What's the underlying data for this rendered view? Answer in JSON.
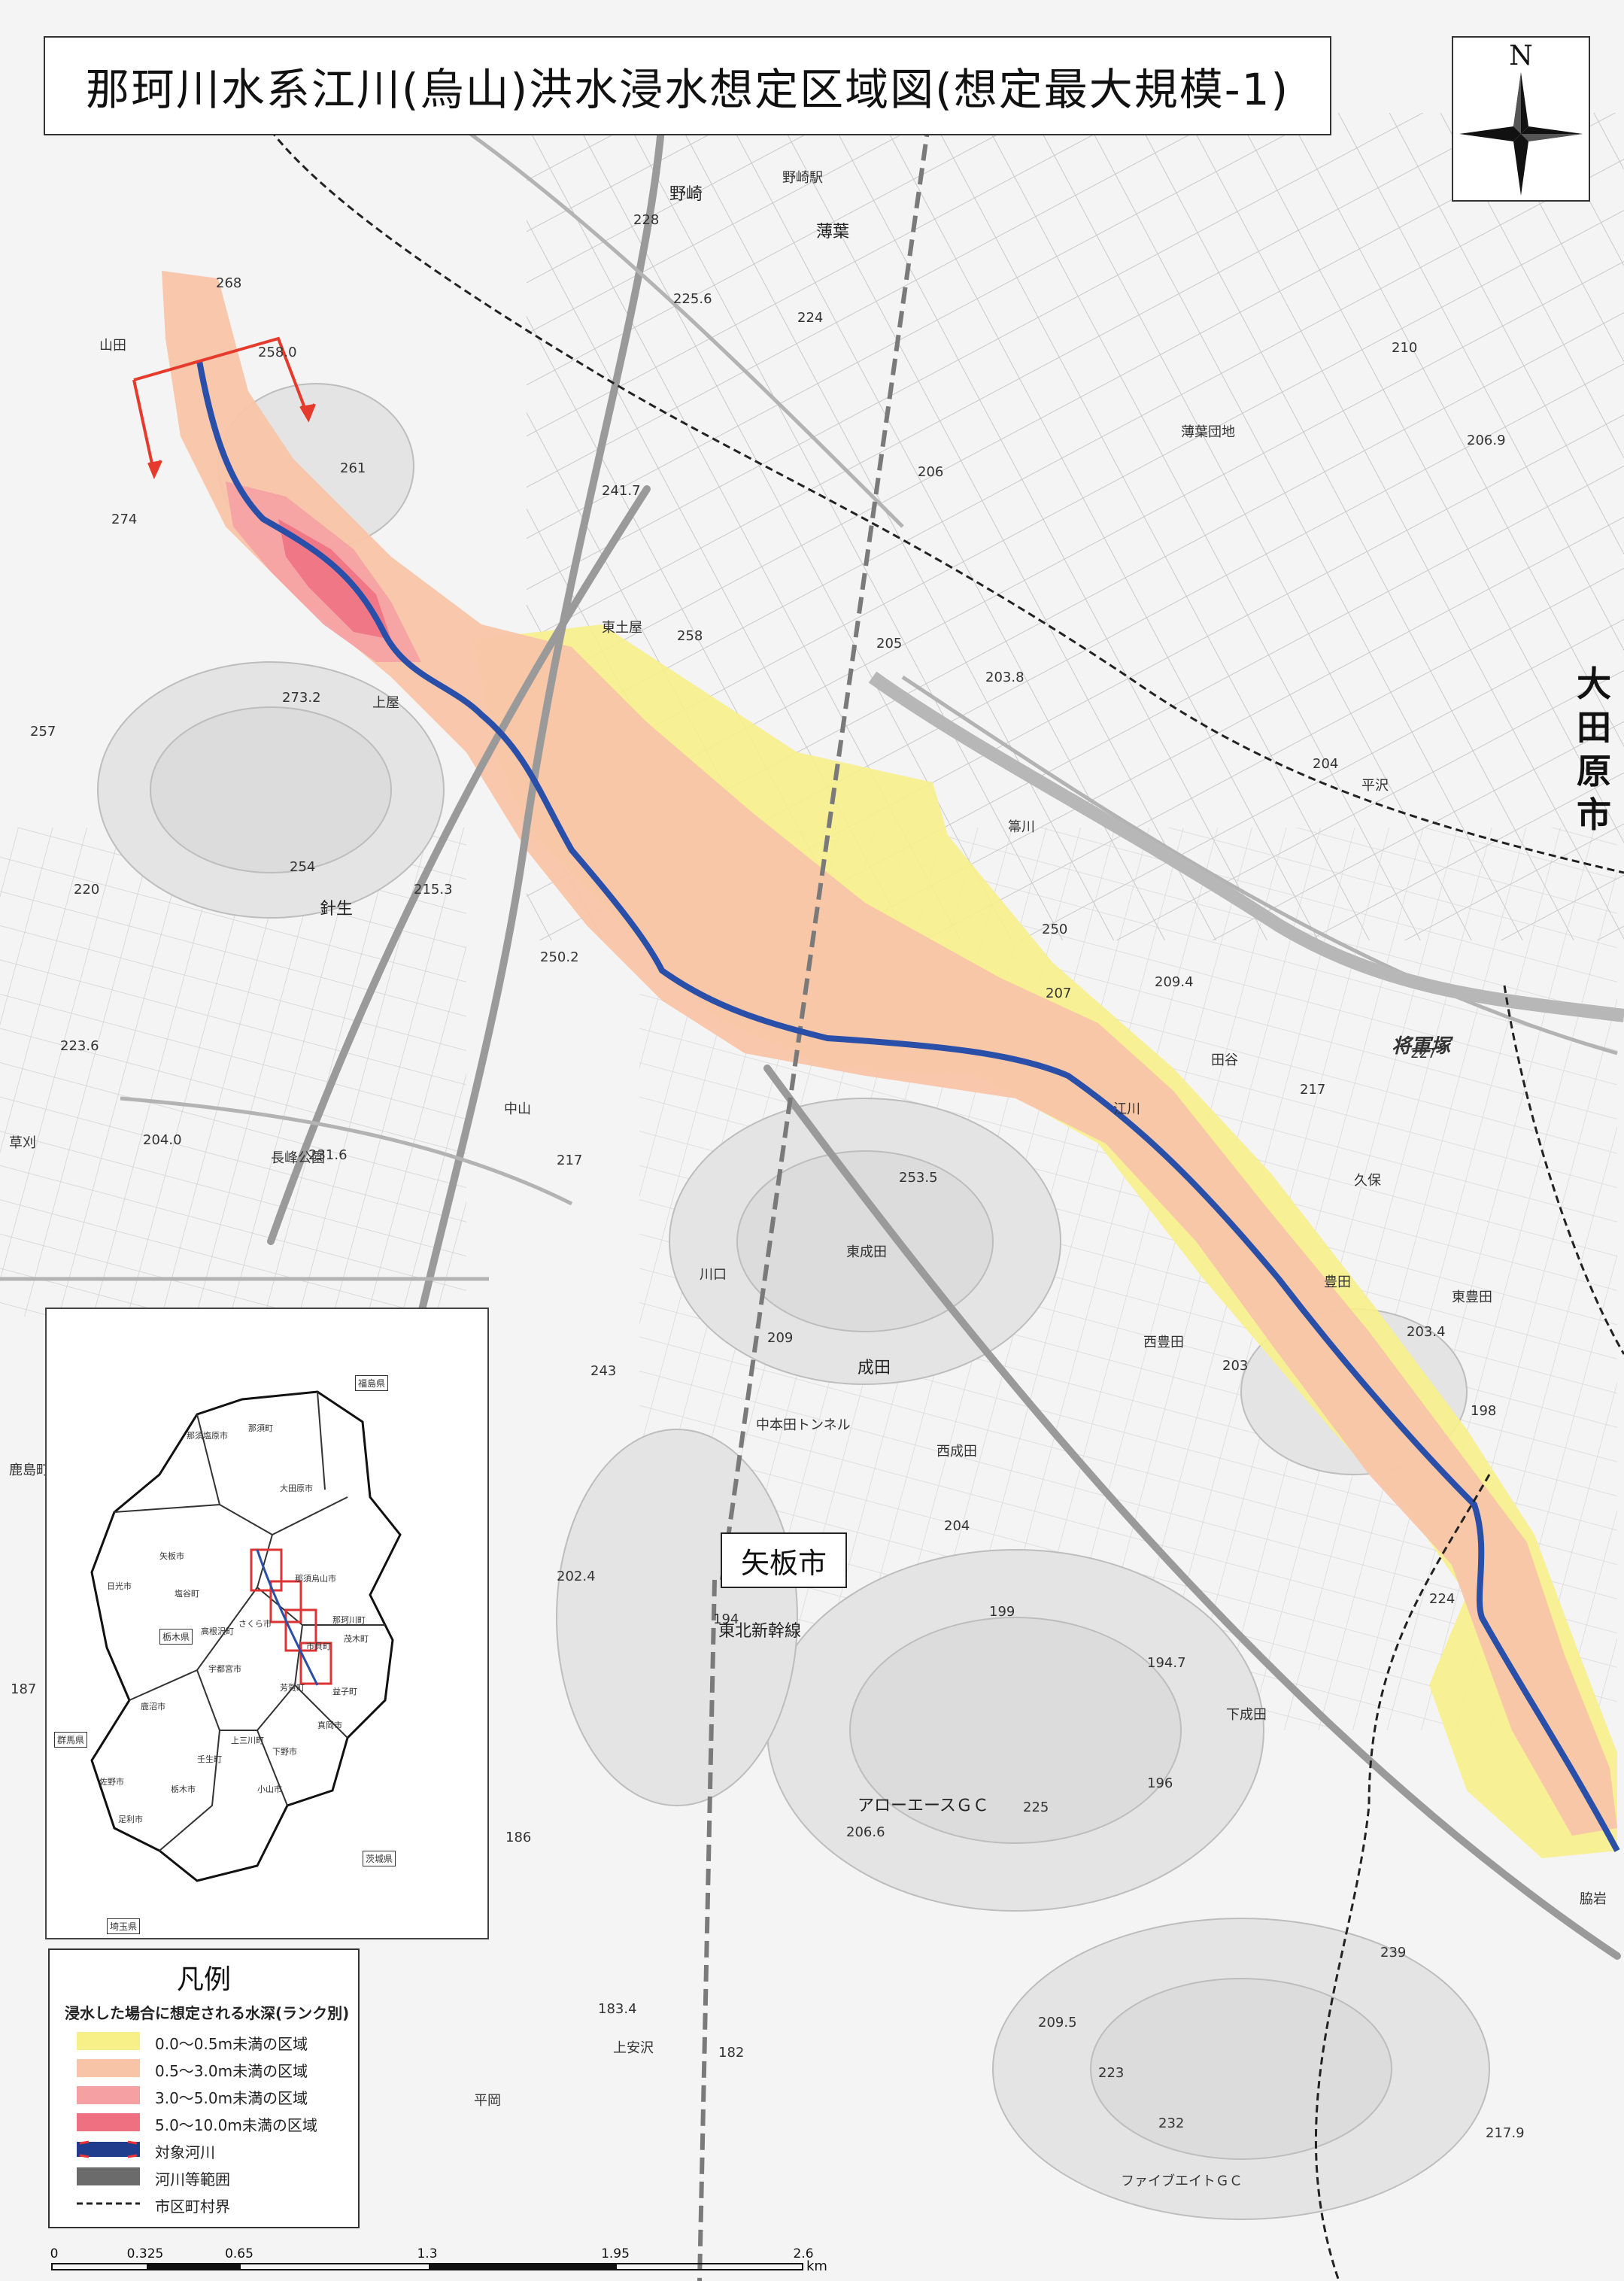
{
  "title": "那珂川水系江川(烏山)洪水浸水想定区域図(想定最大規模-1)",
  "north_label": "N",
  "neighbor_city": "大田原市",
  "city_label": "矢板市",
  "legend": {
    "title": "凡例",
    "subtitle": "浸水した場合に想定される水深(ランク別)",
    "depth_classes": [
      {
        "label": "0.0～0.5m未満の区域",
        "color": "#f7f089"
      },
      {
        "label": "0.5～3.0m未満の区域",
        "color": "#f8c4a8"
      },
      {
        "label": "3.0～5.0m未満の区域",
        "color": "#f5a0a3"
      },
      {
        "label": "5.0～10.0m未満の区域",
        "color": "#ef7181"
      }
    ],
    "river_label": "対象河川",
    "river_area_label": "河川等範囲",
    "boundary_label": "市区町村界",
    "river_color": "#2a4fa8"
  },
  "scale": {
    "ticks": [
      "0",
      "0.325",
      "0.65",
      "1.3",
      "1.95",
      "2.6"
    ],
    "tick_values": [
      0,
      0.325,
      0.65,
      1.3,
      1.95,
      2.6
    ],
    "unit": "km"
  },
  "places": {
    "nozaki": "野崎",
    "nozaki_station": "野崎駅",
    "susukiba": "薄葉",
    "susukiba_danchi": "薄葉団地",
    "higashi_tsuchiya": "東土屋",
    "kamiya": "上屋",
    "harinyu": "針生",
    "yamada": "山田",
    "hirasawa": "平沢",
    "shogunzuka": "将軍塚",
    "tanitani": "田谷",
    "nakayama": "中山",
    "nagamine_koen": "長峰公園",
    "higashi_narita": "東成田",
    "kawaguchi": "川口",
    "narita": "成田",
    "nishi_narita": "西成田",
    "nishi_toyota": "西豊田",
    "toyota": "豊田",
    "shimo_narita": "下成田",
    "kami_yasuzawa": "上安沢",
    "shinkansen": "東北新幹線",
    "tunnel": "中本田トンネル",
    "arrow_gc": "アローエースＧＣ",
    "five_a_gc": "ファイブエイトＧＣ",
    "kashima": "鹿島町",
    "kusakari": "草刈",
    "gokawa": "箒川",
    "ekawa": "江川",
    "kuboya": "久保",
    "hiraoka": "平岡",
    "waki": "脇岩",
    "higashi_toyota": "東豊田"
  },
  "elevations": {
    "e228": "228",
    "e225": "225.6",
    "e224": "224",
    "e268": "268",
    "e258": "258.0",
    "e261": "261",
    "e274": "274",
    "e241": "241.7",
    "e206": "206",
    "e205": "205",
    "e258b": "258",
    "e273": "273.2",
    "e257": "257",
    "e254": "254",
    "e215": "215.3",
    "e220": "220",
    "e250": "250.2",
    "e223": "223.6",
    "e2040": "204.0",
    "e231": "231.6",
    "e217": "217",
    "e253": "253.5",
    "e209": "209",
    "e243": "243",
    "e2024": "202.4",
    "e194": "194",
    "e199": "199",
    "e204": "204",
    "e1947": "194.7",
    "e196": "196",
    "e225b": "225",
    "e2066": "206.6",
    "e186": "186",
    "e187": "187",
    "e1834": "183.4",
    "e182": "182",
    "e2095": "209.5",
    "e223b": "223",
    "e232": "232",
    "e2179": "217.9",
    "e239": "239",
    "e224b": "224",
    "e198": "198",
    "e2034": "203.4",
    "e203": "203",
    "e217b": "217",
    "e227": "227",
    "e2094": "209.4",
    "e207": "207",
    "e250b": "250",
    "e2038": "203.8",
    "e204b": "204",
    "e2069": "206.9",
    "e210": "210"
  },
  "inset": {
    "prefectures": [
      "福島県",
      "栃木県",
      "茨城県",
      "群馬県",
      "埼玉県"
    ],
    "municipalities": [
      "那須塩原市",
      "那須町",
      "大田原市",
      "矢板市",
      "日光市",
      "塩谷町",
      "さくら市",
      "那須烏山市",
      "宇都宮市",
      "鹿沼市",
      "高根沢町",
      "市貝町",
      "茂木町",
      "芳賀町",
      "益子町",
      "真岡市",
      "上三川町",
      "壬生町",
      "栃木市",
      "佐野市",
      "足利市",
      "小山市",
      "下野市",
      "那珂川町"
    ]
  }
}
